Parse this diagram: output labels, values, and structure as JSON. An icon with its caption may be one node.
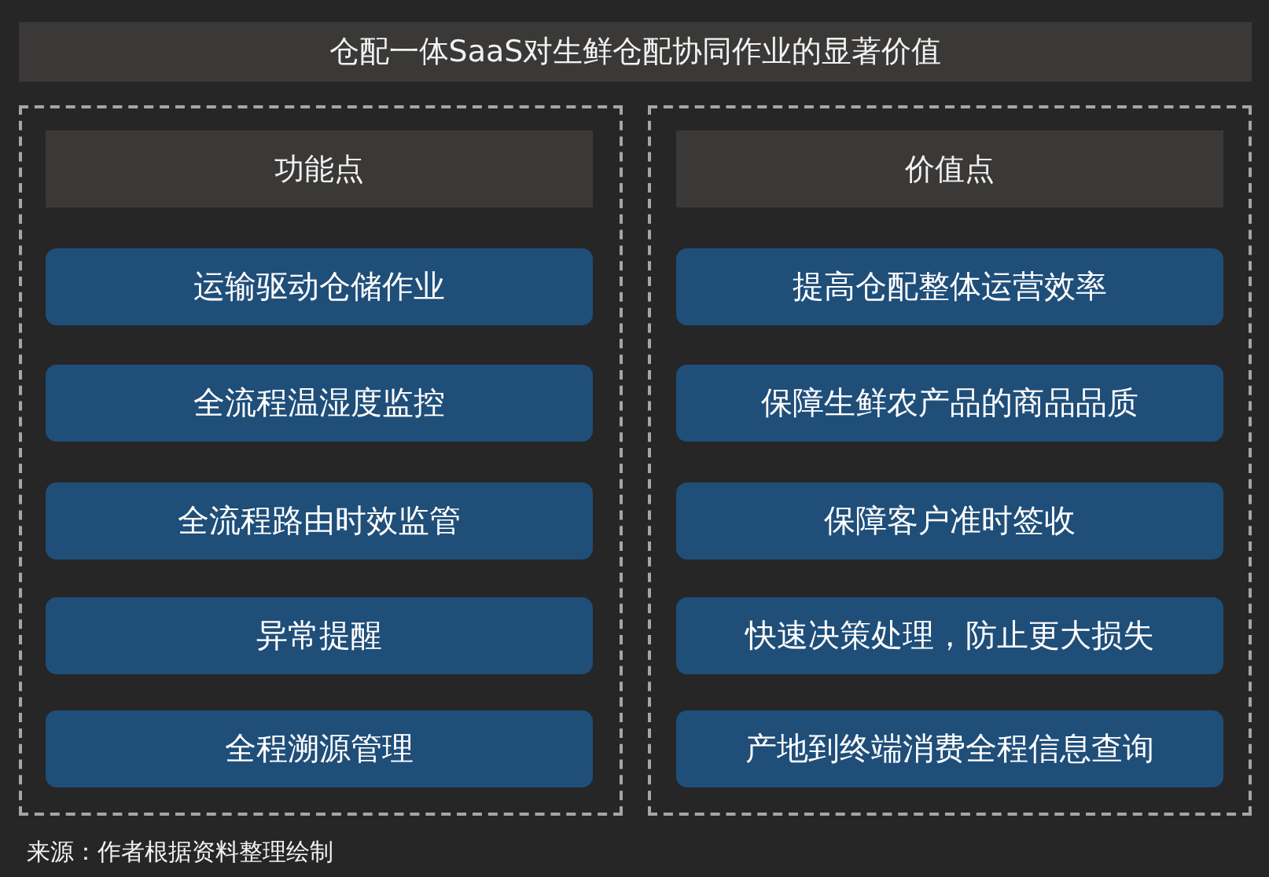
{
  "diagram": {
    "title": "仓配一体SaaS对生鲜仓配协同作业的显著价值",
    "caption": "来源：作者根据资料整理绘制",
    "nodes": [
      {
        "text": [],
        "shape": "box"
      },
      {
        "text": [
          "功能点"
        ],
        "in": 0
      },
      {
        "text": [
          "运输驱动仓储作业"
        ],
        "in": 0
      },
      {
        "text": [
          "全流程温湿度监控"
        ],
        "in": 0
      },
      {
        "text": [
          "全流程路由时效监管"
        ],
        "in": 0
      },
      {
        "text": [
          "异常提醒"
        ],
        "in": 0
      },
      {
        "text": [
          "全程溯源管理"
        ],
        "in": 0
      },
      {
        "text": [],
        "shape": "box"
      },
      {
        "text": [
          "价值点"
        ],
        "in": 7
      },
      {
        "text": [
          "提高仓配整体运营效率"
        ],
        "in": 7
      },
      {
        "text": [
          "保障生鲜农产品的商品品质"
        ],
        "in": 7
      },
      {
        "text": [
          "保障客户准时签收"
        ],
        "in": 7
      },
      {
        "text": [
          "快速决策处理，防止更大损失"
        ],
        "in": 7
      },
      {
        "text": [
          "产地到终端消费全程信息查询"
        ],
        "in": 7
      }
    ],
    "edges": []
  }
}
